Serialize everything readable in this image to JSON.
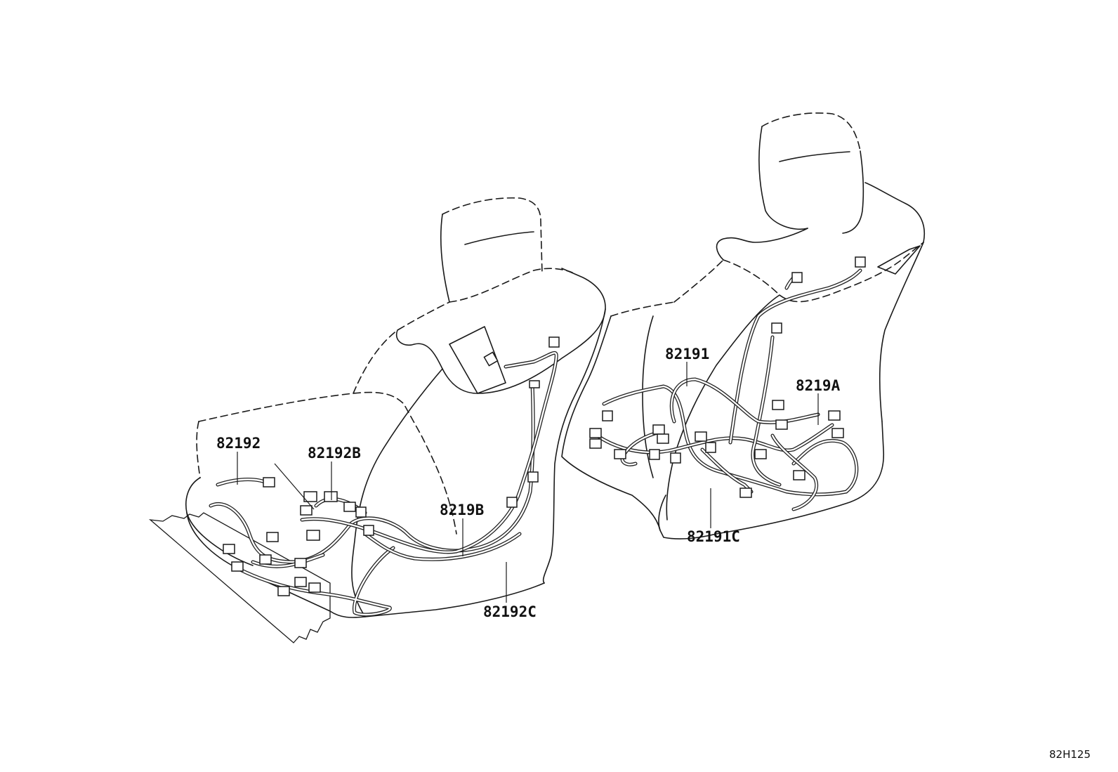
{
  "callouts": [
    {
      "id": "82192",
      "label": "82192"
    },
    {
      "id": "82192B",
      "label": "82192B"
    },
    {
      "id": "8219B",
      "label": "8219B"
    },
    {
      "id": "82192C",
      "label": "82192C"
    },
    {
      "id": "82191",
      "label": "82191"
    },
    {
      "id": "8219A",
      "label": "8219A"
    },
    {
      "id": "82191C",
      "label": "82191C"
    }
  ],
  "drawing_ref": "82H125"
}
